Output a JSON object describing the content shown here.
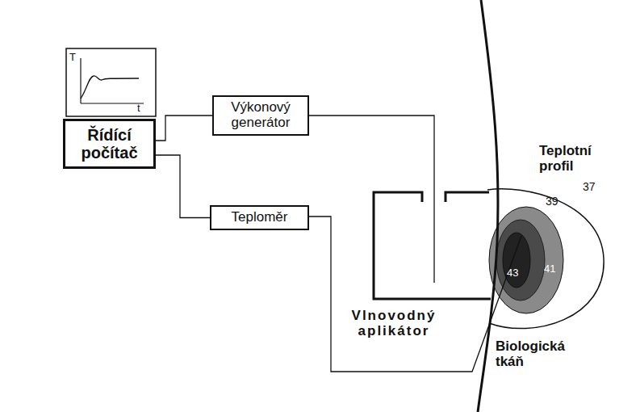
{
  "diagram": {
    "nodes": [
      {
        "text": [
          "Řídící počítač"
        ]
      },
      {
        "text": [
          "Výkonový generátor"
        ]
      },
      {
        "text": [
          "Teploměr"
        ]
      }
    ],
    "edges": [
      {
        "from": 0,
        "to": 1,
        "arrow": "none"
      },
      {
        "from": 0,
        "to": 2,
        "arrow": "none"
      }
    ],
    "labels": [
      "T",
      "t",
      "Teplotní profil",
      "39",
      "37",
      "41",
      "43",
      "Vlnovodný aplikátor",
      "Biologická tkáň"
    ]
  }
}
